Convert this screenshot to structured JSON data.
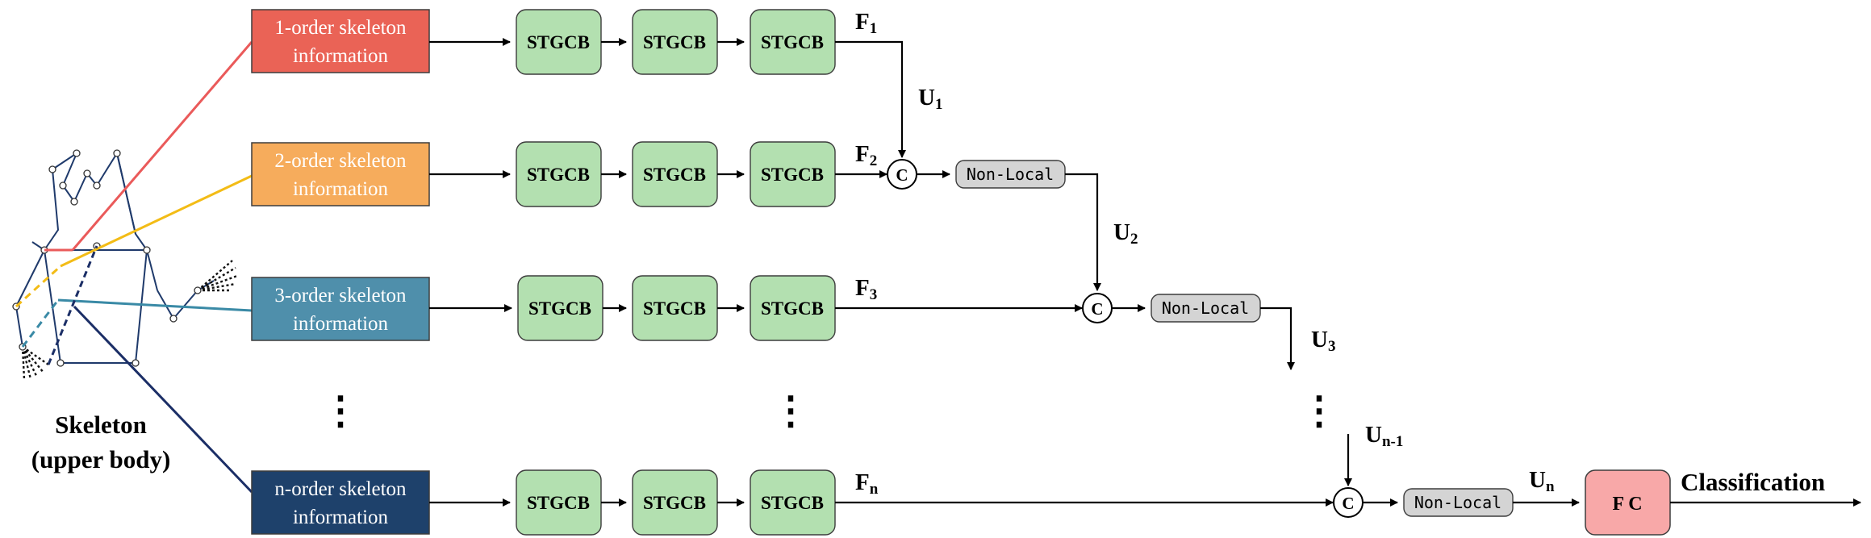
{
  "skeleton": {
    "title": "Skeleton",
    "subtitle": "(upper body)"
  },
  "rows": [
    {
      "line1": "1-order skeleton",
      "line2": "information",
      "color": "#ea6356",
      "feature": "F",
      "feature_sub": "1"
    },
    {
      "line1": "2-order skeleton",
      "line2": "information",
      "color": "#f6ac5c",
      "feature": "F",
      "feature_sub": "2"
    },
    {
      "line1": "3-order skeleton",
      "line2": "information",
      "color": "#4f8fab",
      "feature": "F",
      "feature_sub": "3"
    },
    {
      "line1": "n-order skeleton",
      "line2": "information",
      "color": "#1e416b",
      "feature": "F",
      "feature_sub": "n"
    }
  ],
  "colors": {
    "red_link": "#ea5a5a",
    "yellow_link": "#f3bc16",
    "teal_link": "#3a8aa6",
    "navy_link": "#1b2e66",
    "stgcb_fill": "#b3e0b0",
    "fc_fill": "#f8a8a8"
  },
  "block_label": "STGCB",
  "concat_label": "C",
  "nonlocal_label": "Non-Local",
  "fc_label": "F C",
  "output_label": "Classification",
  "ellipsis": "⋮",
  "fusion": [
    {
      "base": "U",
      "sub": "1"
    },
    {
      "base": "U",
      "sub": "2"
    },
    {
      "base": "U",
      "sub": "3"
    },
    {
      "base": "U",
      "sub": "n-1"
    },
    {
      "base": "U",
      "sub": "n"
    }
  ]
}
